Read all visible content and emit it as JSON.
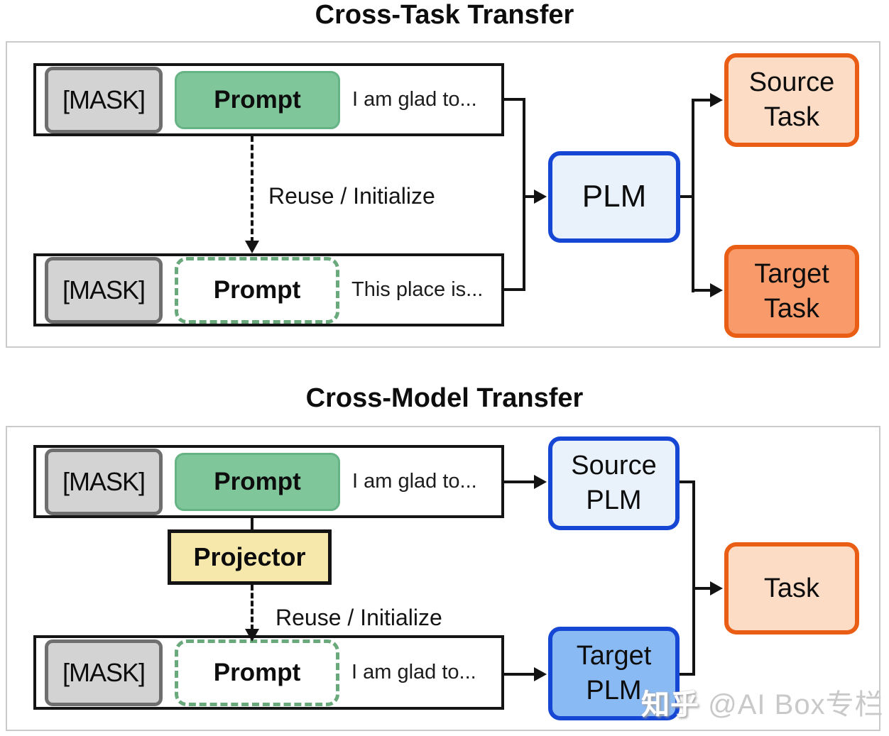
{
  "cross_task": {
    "title": "Cross-Task Transfer",
    "source_row": {
      "mask": "[MASK]",
      "prompt": "Prompt",
      "sentence": "I am glad to..."
    },
    "target_row": {
      "mask": "[MASK]",
      "prompt": "Prompt",
      "sentence": "This place is..."
    },
    "transfer_label": "Reuse / Initialize",
    "plm_label": "PLM",
    "source_task_label": "Source Task",
    "target_task_label": "Target Task"
  },
  "cross_model": {
    "title": "Cross-Model Transfer",
    "source_row": {
      "mask": "[MASK]",
      "prompt": "Prompt",
      "sentence": "I am glad to..."
    },
    "target_row": {
      "mask": "[MASK]",
      "prompt": "Prompt",
      "sentence": "I am glad to..."
    },
    "projector_label": "Projector",
    "transfer_label": "Reuse / Initialize",
    "source_plm_label": "Source PLM",
    "target_plm_label": "Target PLM",
    "task_label": "Task"
  },
  "watermark": {
    "brand": "知乎",
    "handle": "@AI Box专栏"
  },
  "colors": {
    "panel_border": "#cacaca",
    "row_border": "#141414",
    "mask_fill": "#d3d3d3",
    "mask_border": "#6f6f6f",
    "prompt_fill": "#7fc69b",
    "prompt_solid_border": "#66b386",
    "prompt_dashed_border": "#6aa97c",
    "plm_fill": "#e9f1fb",
    "plm_border": "#1646d4",
    "target_plm_fill": "#8abaf4",
    "task_light_fill": "#fcdcc5",
    "task_dark_fill": "#f89a6a",
    "task_border": "#ea5d14",
    "projector_fill": "#f6e8ab",
    "connector": "#131313",
    "watermark_gray": "#c9c9c9"
  }
}
